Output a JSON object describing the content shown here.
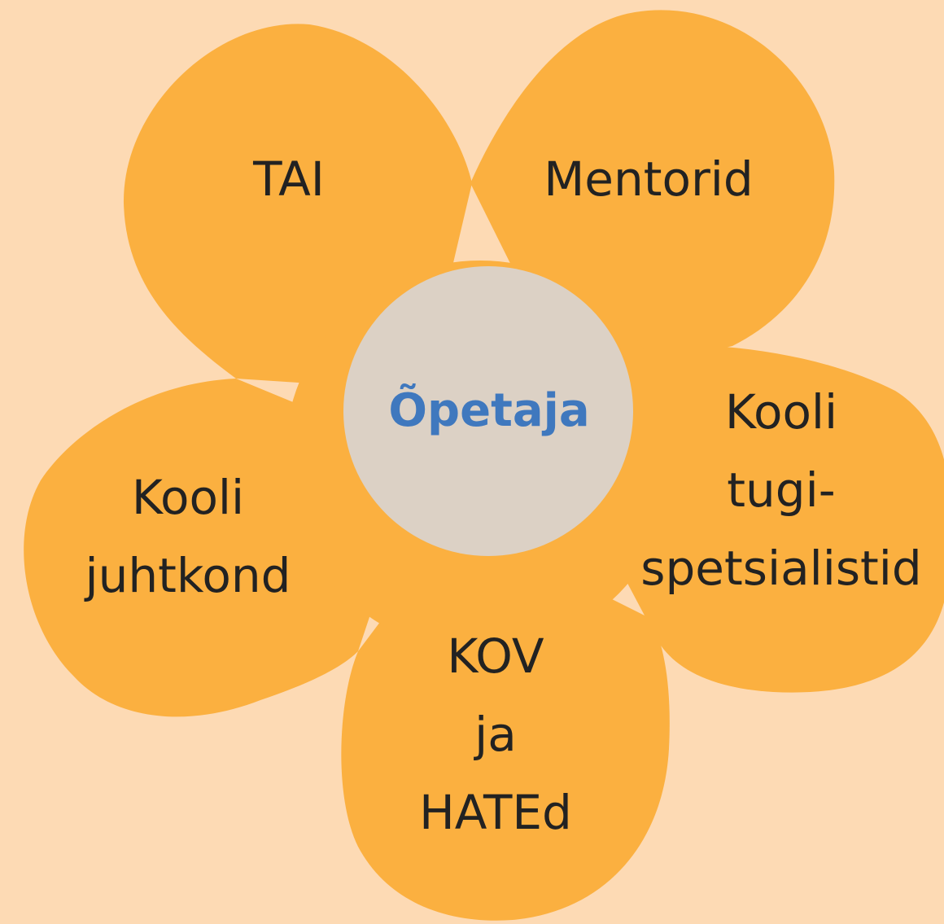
{
  "colors": {
    "background": "#FDDAB4",
    "petal": "#FBB040",
    "center": "#DCD1C5",
    "center_text": "#3F78BE",
    "petal_text": "#222222"
  },
  "center": {
    "label": "Õpetaja"
  },
  "petals": {
    "top_left": {
      "lines": [
        "TAI"
      ]
    },
    "top_right": {
      "lines": [
        "Mentorid"
      ]
    },
    "right": {
      "lines": [
        "Kooli",
        "tugi-",
        "spetsialistid"
      ]
    },
    "bottom": {
      "lines": [
        "KOV",
        "ja",
        "HATEd"
      ]
    },
    "left": {
      "lines": [
        "Kooli",
        "juhtkond"
      ]
    }
  }
}
